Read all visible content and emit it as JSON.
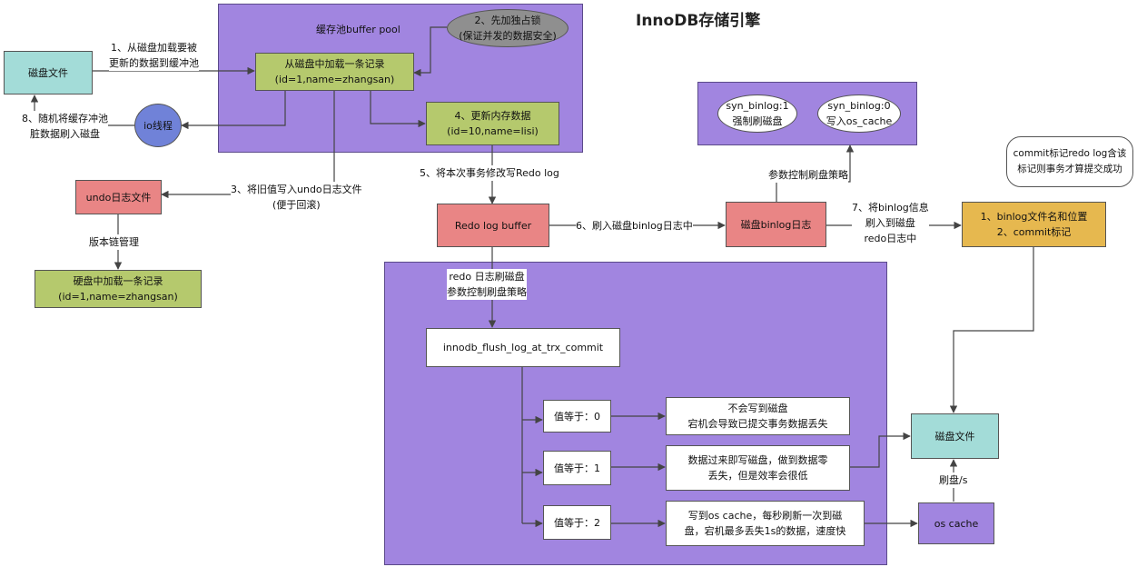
{
  "title": "InnoDB存储引擎",
  "buffer_pool": {
    "label": "缓存池buffer pool"
  },
  "nodes": {
    "disk_file_left": "磁盘文件",
    "load_record": "从磁盘中加载一条记录\n(id=1,name=zhangsan)",
    "lock": "2、先加独占锁\n(保证并发的数据安全)",
    "update_mem": "4、更新内存数据\n(id=10,name=lisi)",
    "io_thread": "io线程",
    "undo_log": "undo日志文件",
    "hdd_record": "硬盘中加载一条记录\n(id=1,name=zhangsan)",
    "redo_buffer": "Redo log buffer",
    "binlog_disk": "磁盘binlog日志",
    "syn0": "syn_binlog:0\n写入os_cache",
    "syn1": "syn_binlog:1\n强制刷磁盘",
    "binlog_info": "1、binlog文件名和位置\n2、commit标记",
    "commit_bubble": "commit标记redo log含该\n标记则事务才算提交成功",
    "flush_commit": "innodb_flush_log_at_trx_commit",
    "val0": "值等于：0",
    "val1": "值等于：1",
    "val2": "值等于：2",
    "desc0": "不会写到磁盘\n宕机会导致已提交事务数据丢失",
    "desc1": "数据过来即写磁盘，做到数据零\n丢失，但是效率会很低",
    "desc2": "写到os cache，每秒刷新一次到磁\n盘，宕机最多丢失1s的数据，速度快",
    "disk_file_right": "磁盘文件",
    "os_cache": "os cache"
  },
  "labels": {
    "step1": "1、从磁盘加载要被\n更新的数据到缓冲池",
    "step8": "8、随机将缓存冲池\n脏数据刷入磁盘",
    "step3": "3、将旧值写入undo日志文件\n(便于回滚)",
    "version_chain": "版本链管理",
    "step5": "5、将本次事务修改写Redo log",
    "step6": "6、刷入磁盘binlog日志中",
    "binlog_policy": "参数控制刷盘策略",
    "step7": "7、将binlog信息\n刷入到磁盘\nredo日志中",
    "redo_policy": "redo 日志刷磁盘\n参数控制刷盘策略",
    "flush_rate": "刷盘/s"
  },
  "colors": {
    "region": "#a185e0",
    "teal": "#a3dcd8",
    "green": "#b5c96d",
    "red": "#e98585",
    "orange": "#e6b84f",
    "circle": "#7082d8"
  }
}
